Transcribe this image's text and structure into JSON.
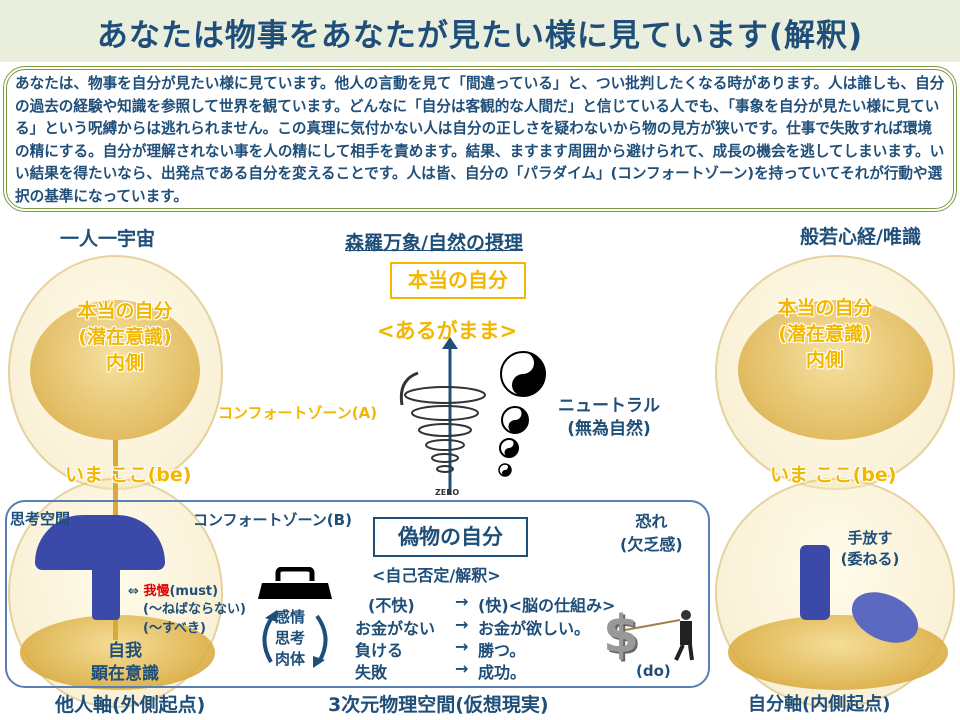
{
  "title": "あなたは物事をあなたが見たい様に見ています(解釈)",
  "paragraph": "あなたは、物事を自分が見たい様に見ています。他人の言動を見て「間違っている」と、つい批判したくなる時があります。人は誰しも、自分の過去の経験や知識を参照して世界を観ています。どんなに「自分は客観的な人間だ」と信じている人でも、「事象を自分が見たい様に見ている」という呪縛からは逃れられません。この真理に気付かない人は自分の正しさを疑わないから物の見方が狭いです。仕事で失敗すれば環境の精にする。自分が理解されない事を人の精にして相手を責めます。結果、ますます周囲から避けられて、成長の機会を逃してしまいます。いい結果を得たいなら、出発点である自分を変えることです。人は皆、自分の「パラダイム」(コンフォートゾーン)を持っていてそれが行動や選択の基準になっています。",
  "left": {
    "heading": "一人一宇宙",
    "true_self": [
      "本当の自分",
      "(潜在意識)",
      "内側"
    ],
    "now_here": "いま ここ(be)",
    "thought_space": "思考空間",
    "ego": [
      "自我",
      "顕在意識"
    ],
    "endure_symbol": "⇔",
    "endure": "我慢",
    "endure_en": "(must)",
    "must1": "(〜ねばならない)",
    "must2": "(〜すべき)",
    "footer": "他人軸(外側起点)"
  },
  "center": {
    "heading": "森羅万象/自然の摂理",
    "true_self_box": "本当の自分",
    "as_is": "<あるがまま>",
    "comfort_a": "コンフォートゾーン(A)",
    "neutral": [
      "ニュートラル",
      "(無為自然)"
    ],
    "zero": "ZERO",
    "comfort_b": "コンフォートゾーン(B)",
    "fake_self_box": "偽物の自分",
    "self_denial": "<自己否定/解釈>",
    "fear": [
      "恐れ",
      "(欠乏感)"
    ],
    "cycle": [
      "感情",
      "思考",
      "肉体"
    ],
    "rows": [
      {
        "from": "(不快)",
        "arrow": "→",
        "to": "(快)<脳の仕組み>"
      },
      {
        "from": "お金がない",
        "arrow": "→",
        "to": "お金が欲しい。"
      },
      {
        "from": "負ける",
        "arrow": "→",
        "to": "勝つ。"
      },
      {
        "from": "失敗",
        "arrow": "→",
        "to": "成功。"
      }
    ],
    "do": "(do)",
    "dollar": "$",
    "footer": "3次元物理空間(仮想現実)"
  },
  "right": {
    "heading": "般若心経/唯識",
    "true_self": [
      "本当の自分",
      "(潜在意識)",
      "内側"
    ],
    "now_here": "いま ここ(be)",
    "let_go": [
      "手放す",
      "(委ねる)"
    ],
    "footer": "自分軸(内側起点)"
  },
  "colors": {
    "text": "#1f4e79",
    "accent": "#f2b700",
    "border_green": "#7a9a3a",
    "border_blue": "#5a7fb5",
    "red": "#e00000"
  }
}
